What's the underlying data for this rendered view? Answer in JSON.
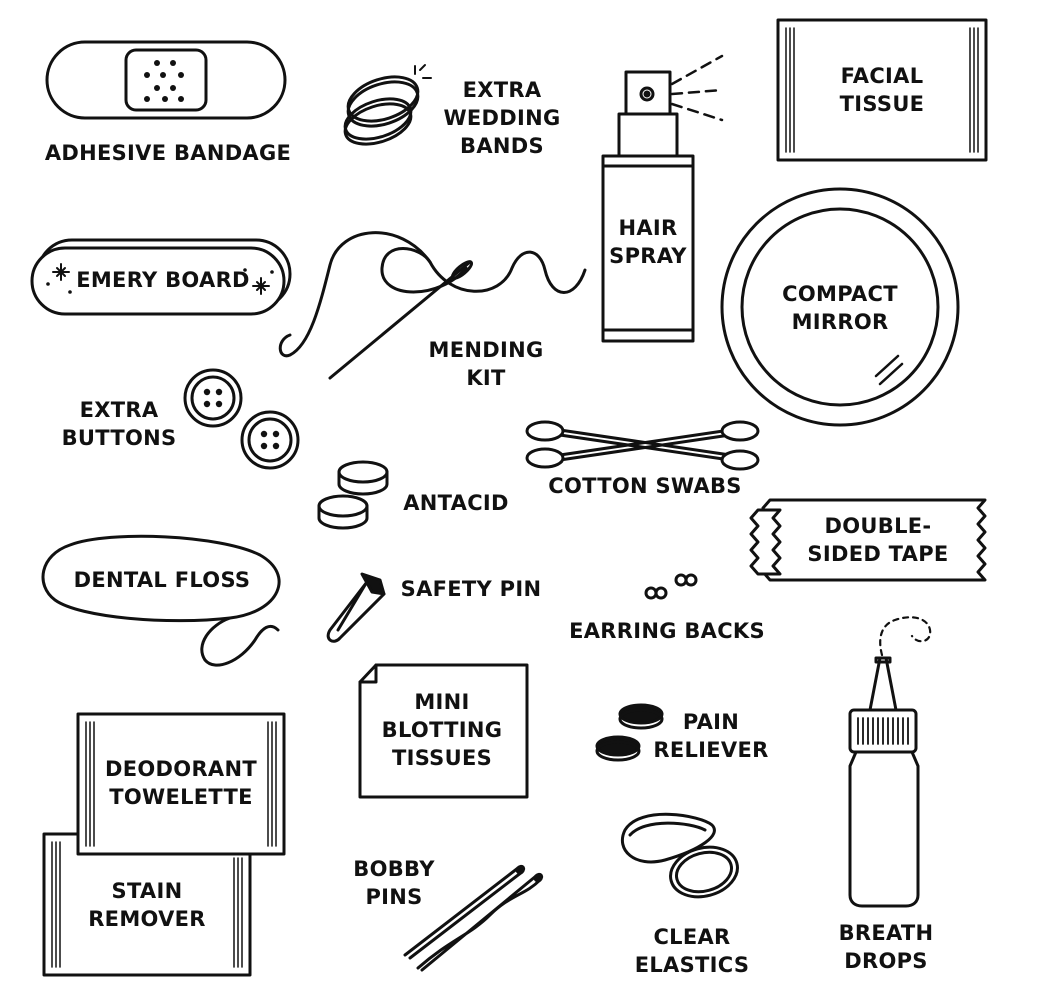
{
  "ink": "#111111",
  "background": "#ffffff",
  "items": {
    "adhesive_bandage": {
      "lines": [
        "ADHESIVE BANDAGE"
      ],
      "icon": "adhesive-bandage-icon"
    },
    "wedding_bands": {
      "lines": [
        "EXTRA",
        "WEDDING",
        "BANDS"
      ],
      "icon": "rings-icon"
    },
    "hair_spray": {
      "lines": [
        "HAIR",
        "SPRAY"
      ],
      "icon": "spray-bottle-icon"
    },
    "facial_tissue": {
      "lines": [
        "FACIAL",
        "TISSUE"
      ],
      "icon": "tissue-packet-icon"
    },
    "emery_board": {
      "lines": [
        "EMERY BOARD"
      ],
      "icon": "emery-board-icon"
    },
    "mending_kit": {
      "lines": [
        "MENDING",
        "KIT"
      ],
      "icon": "needle-thread-icon"
    },
    "compact_mirror": {
      "lines": [
        "COMPACT",
        "MIRROR"
      ],
      "icon": "compact-mirror-icon"
    },
    "extra_buttons": {
      "lines": [
        "EXTRA",
        "BUTTONS"
      ],
      "icon": "buttons-icon"
    },
    "cotton_swabs": {
      "lines": [
        "COTTON SWABS"
      ],
      "icon": "cotton-swabs-icon"
    },
    "antacid": {
      "lines": [
        "ANTACID"
      ],
      "icon": "antacid-tablets-icon"
    },
    "double_sided_tape": {
      "lines": [
        "DOUBLE-",
        "SIDED TAPE"
      ],
      "icon": "tape-icon"
    },
    "dental_floss": {
      "lines": [
        "DENTAL FLOSS"
      ],
      "icon": "floss-loop-icon"
    },
    "safety_pin": {
      "lines": [
        "SAFETY PIN"
      ],
      "icon": "safety-pin-icon"
    },
    "earring_backs": {
      "lines": [
        "EARRING BACKS"
      ],
      "icon": "earring-backs-icon"
    },
    "mini_blotting_tissues": {
      "lines": [
        "MINI",
        "BLOTTING",
        "TISSUES"
      ],
      "icon": "blotting-paper-icon"
    },
    "pain_reliever": {
      "lines": [
        "PAIN",
        "RELIEVER"
      ],
      "icon": "pills-icon"
    },
    "deodorant_towelette": {
      "lines": [
        "DEODORANT",
        "TOWELETTE"
      ],
      "icon": "towelette-packet-icon"
    },
    "stain_remover": {
      "lines": [
        "STAIN",
        "REMOVER"
      ],
      "icon": "stain-remover-packet-icon"
    },
    "bobby_pins": {
      "lines": [
        "BOBBY",
        "PINS"
      ],
      "icon": "bobby-pins-icon"
    },
    "clear_elastics": {
      "lines": [
        "CLEAR",
        "ELASTICS"
      ],
      "icon": "elastics-icon"
    },
    "breath_drops": {
      "lines": [
        "BREATH",
        "DROPS"
      ],
      "icon": "dropper-bottle-icon"
    }
  }
}
